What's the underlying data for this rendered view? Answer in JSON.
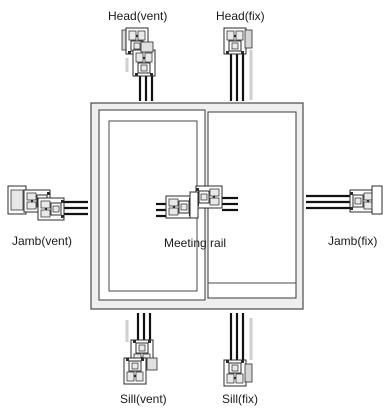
{
  "labels": {
    "head_vent": "Head(vent)",
    "head_fix": "Head(fix)",
    "jamb_vent": "Jamb(vent)",
    "jamb_fix": "Jamb(fix)",
    "meeting_rail": "Meeting rail",
    "sill_vent": "Sill(vent)",
    "sill_fix": "Sill(fix)"
  },
  "colors": {
    "frame_fill": "#efefef",
    "frame_stroke": "#4a4a4a",
    "profile_stroke": "#2b2b2b",
    "glass_lines": "#111111"
  }
}
